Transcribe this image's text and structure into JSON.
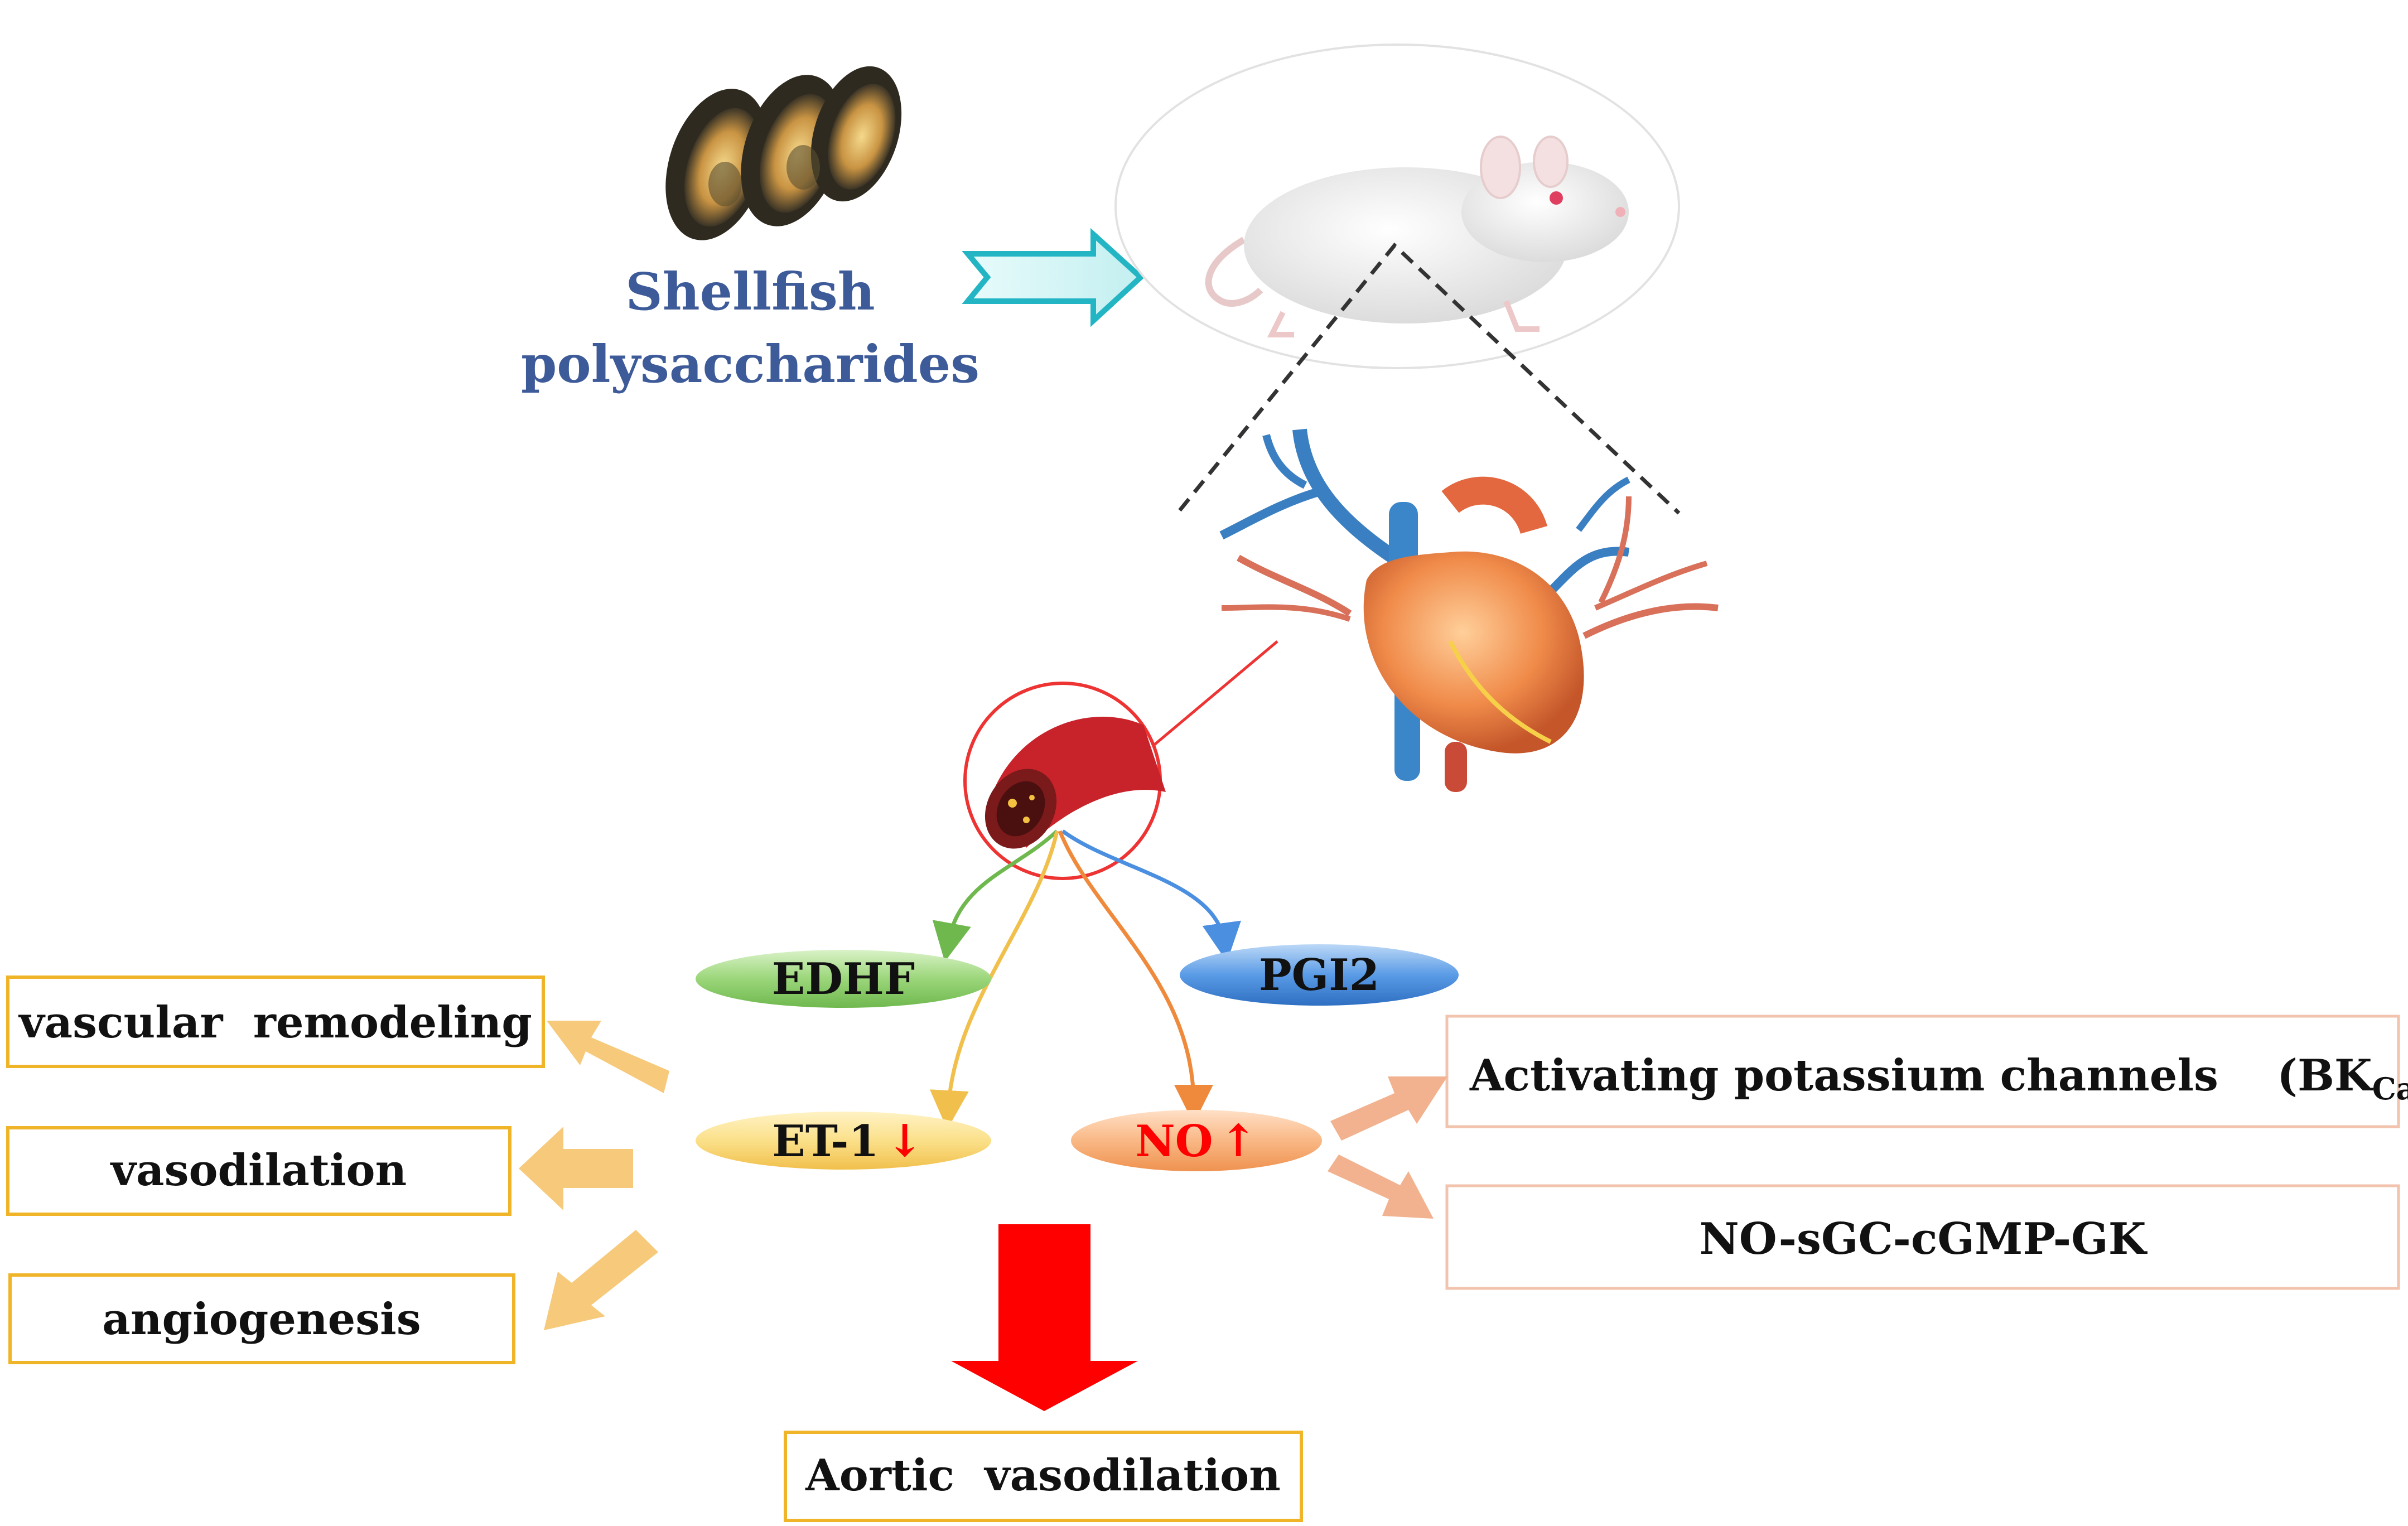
{
  "source": {
    "label_line1": "Shellfish",
    "label_line2": "polysaccharides"
  },
  "mediators": {
    "edhf": "EDHF",
    "pgi2": "PGI2",
    "et1": {
      "label": "ET-1",
      "arrow": "↓"
    },
    "no": {
      "label": "NO",
      "arrow": "↑"
    }
  },
  "effects_left": [
    "vascular  remodeling",
    "vasodilation",
    "angiogenesis"
  ],
  "effects_right": {
    "potassium": {
      "text": "Activating potassium channels 　(BK",
      "sub": "Ca",
      "close": ")"
    },
    "pathway": "NO-sGC-cGMP-GK"
  },
  "result": "Aortic  vasodilation",
  "colors": {
    "title_blue": "#3d5a99",
    "box_orange": "#f0b429",
    "box_salmon": "#f2c3ad",
    "edhf_green": "#8fcf6e",
    "pgi2_blue": "#4a8fe0",
    "et1_yellow": "#f9d970",
    "no_orange": "#f6a15a",
    "red": "#ff0000",
    "arrow_pale": "#f7c97a",
    "arrow_salmon": "#f2b28f"
  },
  "icons": [
    "shellfish-icon",
    "rat-icon",
    "heart-icon",
    "blood-vessel-icon"
  ]
}
